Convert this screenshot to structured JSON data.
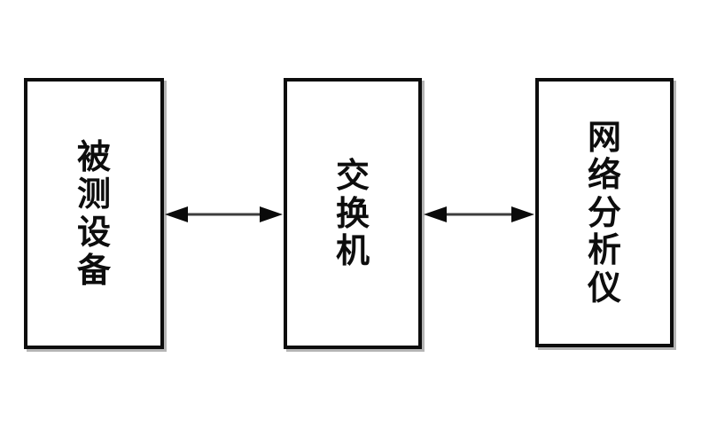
{
  "diagram": {
    "boxes": [
      {
        "label": "被测设备"
      },
      {
        "label": "交换机"
      },
      {
        "label": "网络分析仪"
      }
    ],
    "connections": [
      {
        "from": "被测设备",
        "to": "交换机",
        "type": "bidirectional-arrow"
      },
      {
        "from": "交换机",
        "to": "网络分析仪",
        "type": "bidirectional-arrow"
      }
    ],
    "colors": {
      "background": "#ffffff",
      "box_border": "#0d0d0d",
      "box_shadow": "#787878",
      "text": "#0d0d0d",
      "arrow_head": "#0a0a0a",
      "arrow_shaft": "#3d3d3d"
    }
  }
}
